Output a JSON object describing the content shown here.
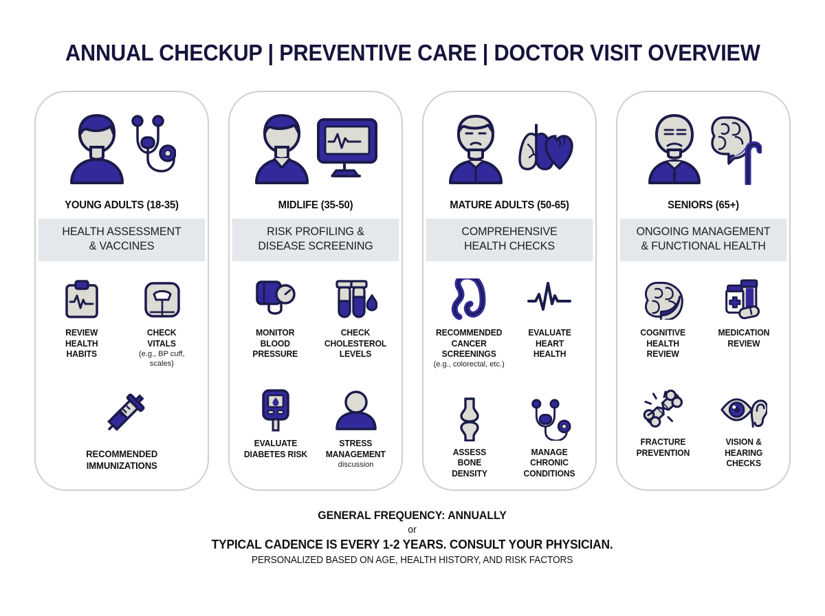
{
  "title": "ANNUAL CHECKUP | PREVENTIVE CARE | DOCTOR VISIT OVERVIEW",
  "colors": {
    "ink": "#15143c",
    "accent_purple": "#322a9b",
    "outline_navy": "#1b1b4b",
    "fill_beige": "#dcdbd4",
    "card_border": "#cfcfcf",
    "subheader_band": "#e4e8ec"
  },
  "columns": [
    {
      "id": "young-adults",
      "hero_icons": [
        "young-adult-person-icon",
        "stethoscope-icon"
      ],
      "title": "YOUNG ADULTS (18-35)",
      "subtitle": "HEALTH ASSESSMENT\n& VACCINES",
      "subtitle_line1": "HEALTH ASSESSMENT",
      "subtitle_line2": "& VACCINES",
      "items": [
        {
          "icon": "clipboard-ecg-icon",
          "label": "REVIEW\nHEALTH\nHABITS",
          "sub": ""
        },
        {
          "icon": "weight-scale-icon",
          "label": "CHECK\nVITALS",
          "sub": "(e.g., BP cuff,\nscales)"
        },
        {
          "icon": "syringe-icon",
          "label": "RECOMMENDED\nIMMUNIZATIONS",
          "sub": "",
          "full": true
        }
      ]
    },
    {
      "id": "midlife",
      "hero_icons": [
        "midlife-person-icon",
        "ecg-monitor-icon"
      ],
      "title": "MIDLIFE (35-50)",
      "subtitle_line1": "RISK PROFILING &",
      "subtitle_line2": "DISEASE SCREENING",
      "items": [
        {
          "icon": "blood-pressure-cuff-icon",
          "label": "MONITOR\nBLOOD\nPRESSURE",
          "sub": ""
        },
        {
          "icon": "blood-test-tubes-icon",
          "label": "CHECK\nCHOLESTEROL\nLEVELS",
          "sub": ""
        },
        {
          "icon": "glucose-meter-icon",
          "label": "EVALUATE\nDIABETES RISK",
          "sub": ""
        },
        {
          "icon": "person-silhouette-icon",
          "label": "STRESS\nMANAGEMENT",
          "sub": "discussion"
        }
      ]
    },
    {
      "id": "mature-adults",
      "hero_icons": [
        "mature-adult-person-icon",
        "lungs-heart-icon"
      ],
      "title": "MATURE ADULTS (50-65)",
      "subtitle_line1": "COMPREHENSIVE",
      "subtitle_line2": "HEALTH CHECKS",
      "items": [
        {
          "icon": "colon-icon",
          "label": "RECOMMENDED\nCANCER\nSCREENINGS",
          "sub": "(e.g., colorectal, etc.)"
        },
        {
          "icon": "heartbeat-line-icon",
          "label": "EVALUATE\nHEART\nHEALTH",
          "sub": ""
        },
        {
          "icon": "bone-joint-icon",
          "label": "ASSESS\nBONE\nDENSITY",
          "sub": ""
        },
        {
          "icon": "stethoscope-icon",
          "label": "MANAGE\nCHRONIC\nCONDITIONS",
          "sub": ""
        }
      ]
    },
    {
      "id": "seniors",
      "hero_icons": [
        "senior-person-icon",
        "brain-icon",
        "walking-cane-icon"
      ],
      "title": "SENIORS (65+)",
      "subtitle_line1": "ONGOING MANAGEMENT",
      "subtitle_line2": "& FUNCTIONAL HEALTH",
      "items": [
        {
          "icon": "brain-icon",
          "label": "COGNITIVE\nHEALTH\nREVIEW",
          "sub": ""
        },
        {
          "icon": "pill-bottles-icon",
          "label": "MEDICATION\nREVIEW",
          "sub": ""
        },
        {
          "icon": "broken-bone-icon",
          "label": "FRACTURE\nPREVENTION",
          "sub": ""
        },
        {
          "icon": "eye-ear-icon",
          "label": "VISION &\nHEARING\nCHECKS",
          "sub": ""
        }
      ]
    }
  ],
  "footer": {
    "line1": "GENERAL FREQUENCY: ANNUALLY",
    "line2": "or",
    "line3": "TYPICAL CADENCE IS EVERY 1-2 YEARS. CONSULT YOUR PHYSICIAN.",
    "line4": "PERSONALIZED BASED ON AGE, HEALTH HISTORY, AND RISK FACTORS"
  }
}
